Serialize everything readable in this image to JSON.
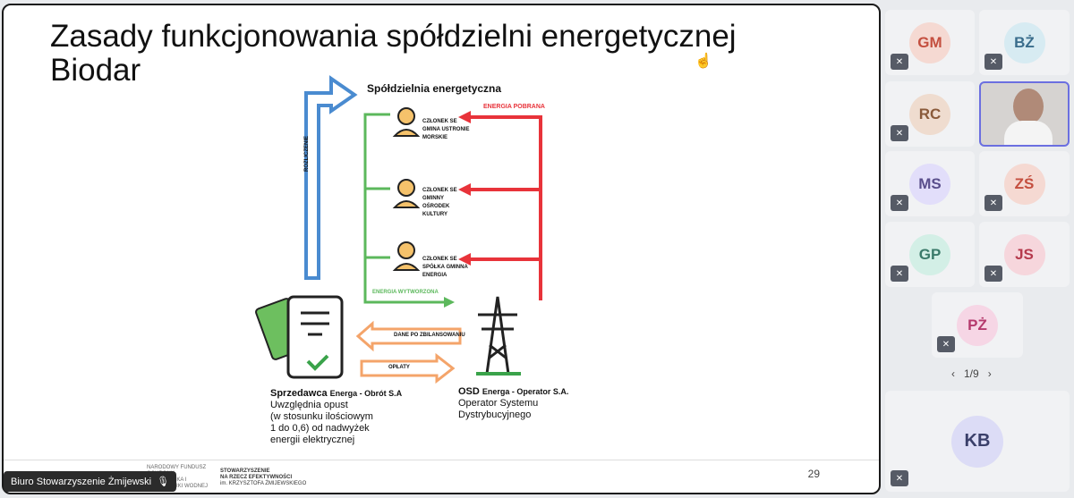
{
  "slide": {
    "title_line1": "Zasady funkcjonowania spółdzielni energetycznej",
    "title_line2": "Biodar",
    "diagram": {
      "heading": "Spółdzielnia energetyczna",
      "member1": [
        "CZŁONEK SE",
        "GMINA USTRONIE",
        "MORSKIE"
      ],
      "member2": [
        "CZŁONEK SE",
        "GMINNY",
        "OŚRODEK",
        "KULTURY"
      ],
      "member3": [
        "CZŁONEK SE",
        "SPÓŁKA GMINNA",
        "ENERGIA"
      ],
      "rozliczenie": "ROZLICZENIE",
      "energia_pobrana": "ENERGIA POBRANA",
      "energia_wytworzona": "ENERGIA WYTWORZONA",
      "dane": "DANE PO ZBILANSOWANIU",
      "oplaty": "OPŁATY",
      "seller_bold1": "Sprzedawca",
      "seller_bold2": "Energa - Obrót S.A",
      "seller_desc": [
        "Uwzględnia opust",
        "(w stosunku ilościowym",
        "1 do 0,6) od nadwyżek",
        "energii elektrycznej"
      ],
      "osd_bold1": "OSD",
      "osd_bold2": "Energa - Operator S.A.",
      "osd_desc": [
        "Operator Systemu",
        "Dystrybucyjnego"
      ]
    },
    "page_number": "29",
    "footer_logo1": "NARODOWY FUNDUSZ OCHRONY ŚRODOWISKA I GOSPODARKI WODNEJ",
    "footer_logo2": [
      "STOWARZYSZENIE",
      "NA RZECZ EFEKTYWNOŚCI",
      "im. KRZYSZTOFA ŻMIJEWSKIEGO"
    ],
    "presenter_name": "Biuro Stowarzyszenie Żmijewski"
  },
  "participants": [
    {
      "initials": "GM",
      "color": "#c44f3f",
      "bg": "#f5d9d2"
    },
    {
      "initials": "BŻ",
      "color": "#3a6d8c",
      "bg": "#d7ebf2"
    },
    {
      "initials": "RC",
      "color": "#8a5a3a",
      "bg": "#efdccf"
    },
    {
      "initials": "MS",
      "color": "#5a4f8c",
      "bg": "#e2defa"
    },
    {
      "initials": "ZŚ",
      "color": "#c44f3f",
      "bg": "#f5d9d2"
    },
    {
      "initials": "GP",
      "color": "#3a7a6a",
      "bg": "#d3efe6"
    },
    {
      "initials": "JS",
      "color": "#b53a4d",
      "bg": "#f6d6dc"
    },
    {
      "initials": "PŻ",
      "color": "#b53a6d",
      "bg": "#f6d6e5"
    },
    {
      "initials": "KB",
      "color": "#3a3f6a",
      "bg": "#dcdcf6"
    }
  ],
  "pager": {
    "label": "1/9",
    "prev": "‹",
    "next": "›"
  },
  "icons": {
    "mute": "mic-off-icon",
    "cursor": "hand-pointer-icon"
  }
}
